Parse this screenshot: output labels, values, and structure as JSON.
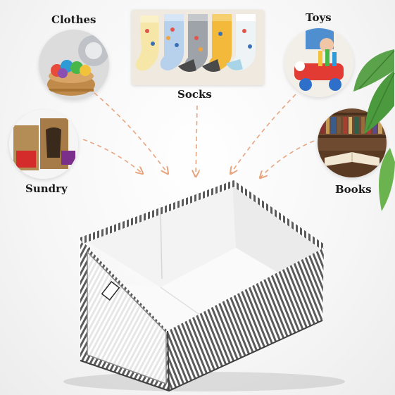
{
  "categories": {
    "clothes": "Clothes",
    "socks": "Socks",
    "toys": "Toys",
    "sundry": "Sundry",
    "books": "Books"
  },
  "colors": {
    "arrow": "#e8a57e",
    "stripe_dark": "#5b5b5b",
    "stripe_light": "#ffffff",
    "label_text": "#1a1a1a"
  }
}
